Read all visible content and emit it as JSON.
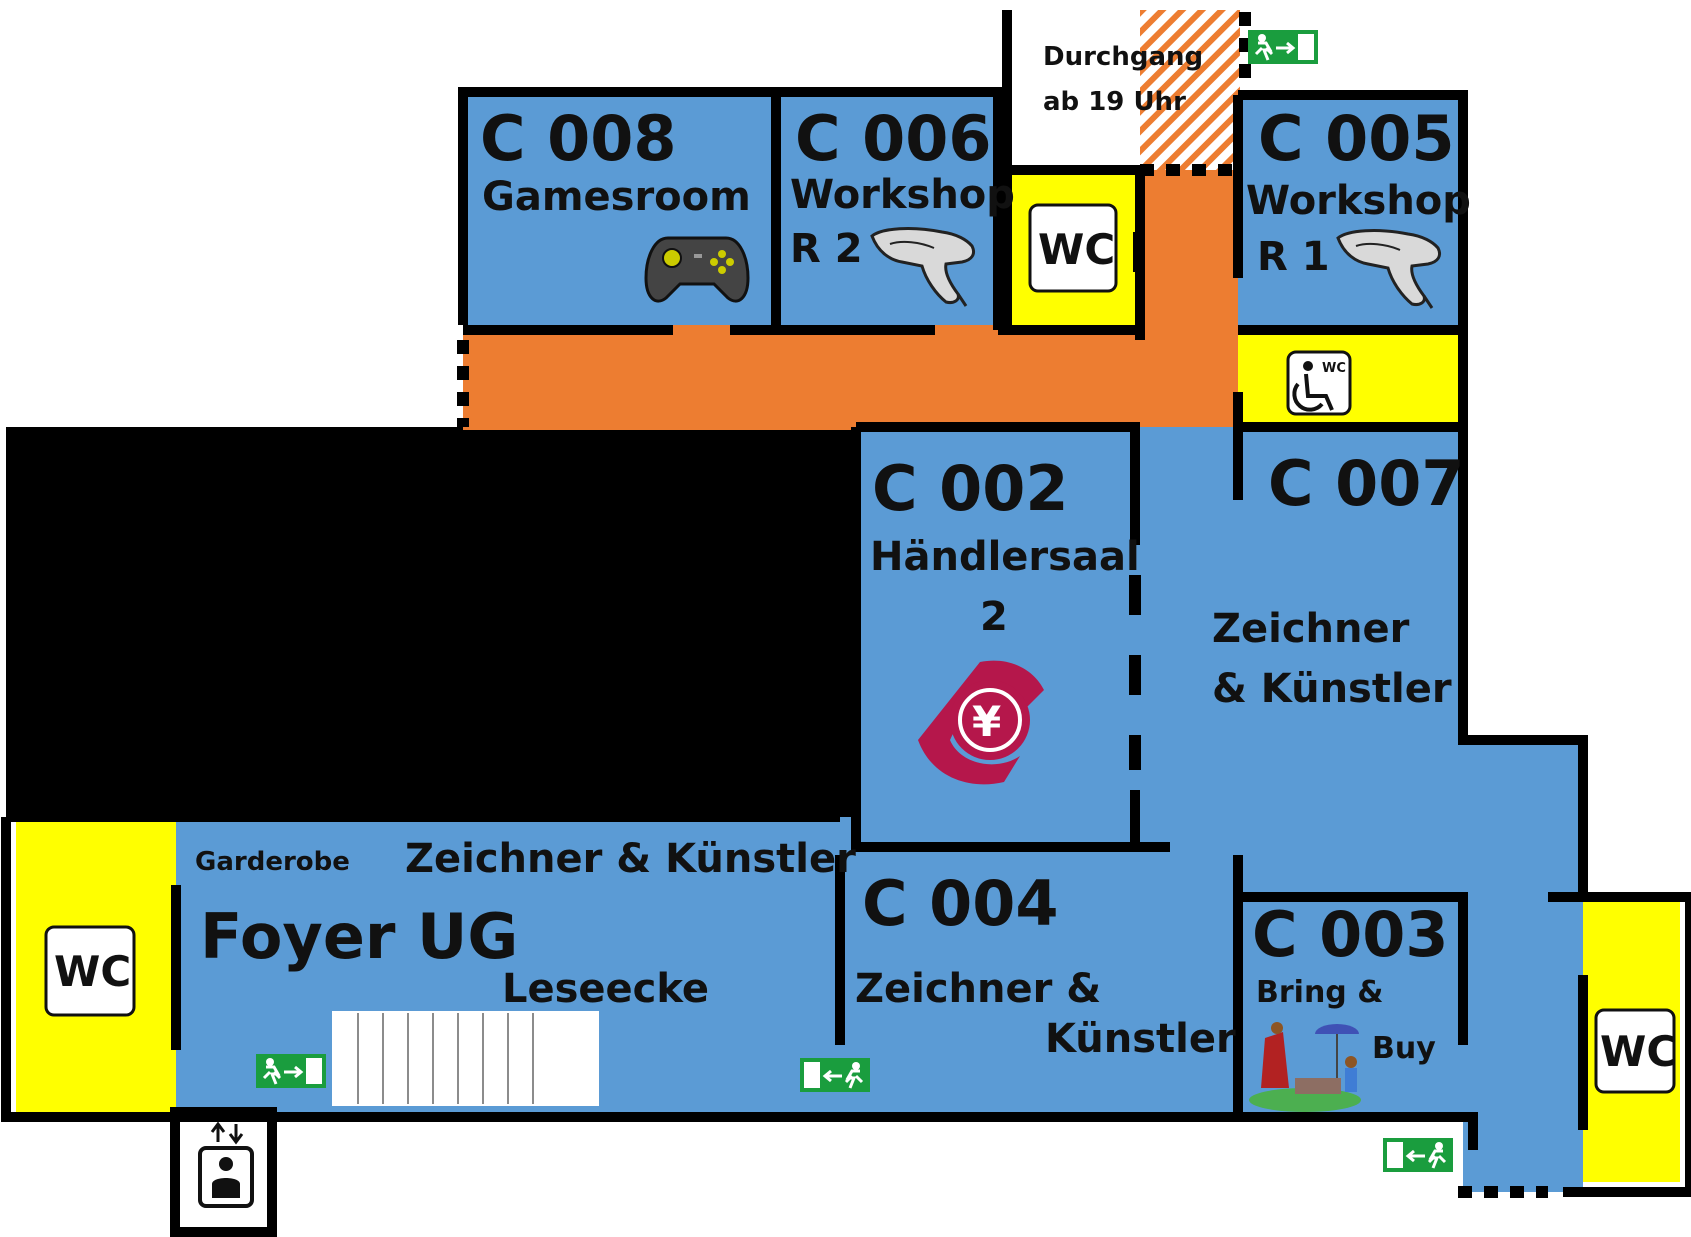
{
  "rooms": {
    "c008": {
      "number": "C 008",
      "name": "Gamesroom",
      "icon": "gamepad-icon"
    },
    "c006": {
      "number": "C 006",
      "name": "Workshop",
      "sub": "R 2",
      "icon": "glue-gun-icon"
    },
    "c005": {
      "number": "C 005",
      "name": "Workshop",
      "sub": "R 1",
      "icon": "glue-gun-icon"
    },
    "c002": {
      "number": "C 002",
      "name": "Händlersaal",
      "sub": "2",
      "icon": "yen-logo-icon"
    },
    "c007": {
      "number": "C 007",
      "line1": "Zeichner",
      "line2": "&  Künstler"
    },
    "c004": {
      "number": "C 004",
      "line1": "Zeichner &",
      "line2": "Künstler"
    },
    "c003": {
      "number": "C 003",
      "line1": "Bring &",
      "line2": "Buy",
      "icon": "flea-market-icon"
    },
    "foyer": {
      "name": "Foyer UG",
      "garderobe": "Garderobe",
      "artists": "Zeichner & Künstler",
      "reading": "Leseecke"
    }
  },
  "passage": {
    "line1": "Durchgang",
    "line2": "ab 19 Uhr"
  },
  "wc_label": "WC",
  "accessible_wc_label": "WC",
  "icons": [
    "exit-sign-icon",
    "wheelchair-icon",
    "elevator-icon",
    "stairs-icon"
  ],
  "colors": {
    "room": "#5b9bd5",
    "corridor": "#ed7d31",
    "toilet": "#ffff00",
    "wall": "#000000",
    "exit": "#1a9d3e",
    "logo": "#b5174b"
  }
}
